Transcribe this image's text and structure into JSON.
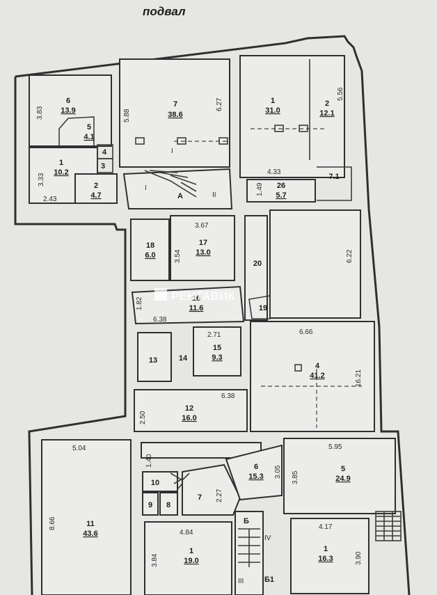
{
  "title": "подвал",
  "watermark": "РЕНТАВИК",
  "rooms": [
    {
      "num": "6",
      "area": "13.9"
    },
    {
      "num": "5",
      "area": "4.1"
    },
    {
      "num": "4",
      "area": ""
    },
    {
      "num": "3",
      "area": ""
    },
    {
      "num": "1",
      "area": "10.2"
    },
    {
      "num": "2",
      "area": "4.7"
    },
    {
      "num": "7",
      "area": "38.6"
    },
    {
      "num": "1",
      "area": "31.0"
    },
    {
      "num": "2",
      "area": "12.1"
    },
    {
      "num": "26",
      "area": "5.7"
    },
    {
      "num": "7.1",
      "area": ""
    },
    {
      "num": "18",
      "area": "6.0"
    },
    {
      "num": "17",
      "area": "13.0"
    },
    {
      "num": "20",
      "area": ""
    },
    {
      "num": "16",
      "area": "11.6"
    },
    {
      "num": "19",
      "area": ""
    },
    {
      "num": "13",
      "area": ""
    },
    {
      "num": "14",
      "area": ""
    },
    {
      "num": "15",
      "area": "9.3"
    },
    {
      "num": "4",
      "area": "41.2"
    },
    {
      "num": "12",
      "area": "16.0"
    },
    {
      "num": "11",
      "area": "43.6"
    },
    {
      "num": "10",
      "area": ""
    },
    {
      "num": "9",
      "area": ""
    },
    {
      "num": "8",
      "area": ""
    },
    {
      "num": "7",
      "area": ""
    },
    {
      "num": "6",
      "area": "15.3"
    },
    {
      "num": "5",
      "area": "24.9"
    },
    {
      "num": "1",
      "area": "19.0"
    },
    {
      "num": "1",
      "area": "16.3"
    }
  ],
  "dimensions": [
    "3.83",
    "5.88",
    "6.27",
    "5.56",
    "3.33",
    "2.43",
    "4.33",
    "1.49",
    "3.67",
    "3.54",
    "6.22",
    "1.82",
    "6.38",
    "2.71",
    "6.66",
    "16.21",
    "2.50",
    "6.38",
    "5.04",
    "5.95",
    "1.40",
    "3.05",
    "3.85",
    "2.27",
    "8.66",
    "4.84",
    "4.17",
    "3.84",
    "3.90"
  ],
  "marks": [
    "I",
    "I",
    "А",
    "II",
    "Б",
    "IV",
    "III",
    "Б1"
  ]
}
